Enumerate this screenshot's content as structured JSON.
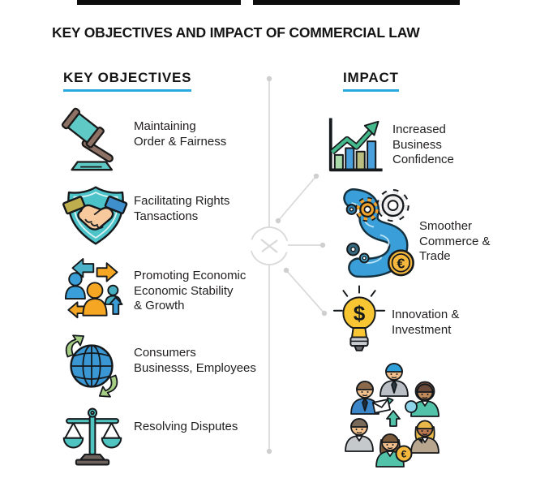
{
  "page": {
    "title": "KEY OBJECTIVES AND IMPACT OF COMMERCIAL LAW"
  },
  "columns": {
    "left": {
      "heading": "KEY OBJECTIVES",
      "items": [
        {
          "icon": "gavel-icon",
          "lines": [
            "Maintaining",
            "Order & Fairness"
          ]
        },
        {
          "icon": "handshake-shield-icon",
          "lines": [
            "Facilitating Rights",
            "Tansactions"
          ]
        },
        {
          "icon": "economic-people-icon",
          "lines": [
            "Promoting Economic",
            "Economic Stability",
            "& Growth"
          ]
        },
        {
          "icon": "globe-arrows-icon",
          "lines": [
            "Consumers",
            "Businesss, Employees"
          ]
        },
        {
          "icon": "justice-scales-icon",
          "lines": [
            "Resolving Disputes"
          ]
        }
      ]
    },
    "right": {
      "heading": "IMPACT",
      "items": [
        {
          "icon": "growth-chart-icon",
          "lines": [
            "Increased",
            "Business",
            "Confidence"
          ]
        },
        {
          "icon": "commerce-flow-icon",
          "lines": [
            "Smoother",
            "Commerce &",
            "Trade"
          ]
        },
        {
          "icon": "lightbulb-dollar-icon",
          "lines": [
            "Innovation &",
            "Investment"
          ]
        },
        {
          "icon": "stakeholders-group-icon",
          "lines": []
        }
      ]
    }
  },
  "colors": {
    "accent_underline": "#2aa9e1",
    "connector": "#d9d9d9",
    "text": "#232020",
    "top_bar": "#0d0d0d",
    "teal": "#4cc3c9",
    "blue": "#3a9fd8",
    "orange": "#f5a623",
    "yellow": "#f8c632",
    "green": "#45b98c"
  }
}
